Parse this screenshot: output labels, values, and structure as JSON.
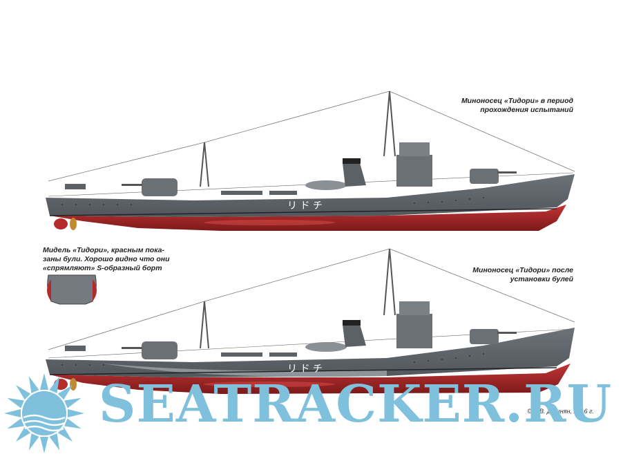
{
  "captions": {
    "top_ship": [
      "Миноносец «Тидори» в период",
      "прохождения испытаний"
    ],
    "section": [
      "Мидель «Тидори», красным пока-",
      "заны були. Хорошо видно что они",
      "«спрямляют» S-образный борт"
    ],
    "bottom_ship": [
      "Миноносец «Тидори» после",
      "установки булей"
    ]
  },
  "hull_marking": "リ ド チ",
  "copyright": "© А.В. Дашнян, 2016 г.",
  "watermark": "SEATRACKER.RU",
  "colors": {
    "hull_grey": "#5c6166",
    "hull_grey_light": "#747a80",
    "bulge_grey": "#8e949a",
    "underwater_red": "#b52a2a",
    "underwater_dark": "#7c1a1a",
    "watermark_blue": "#7fc0dd"
  }
}
